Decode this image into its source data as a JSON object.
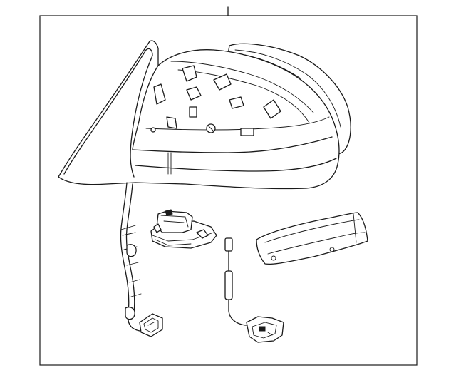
{
  "diagram": {
    "parts": [
      {
        "name": "outside-mirror-assembly"
      },
      {
        "name": "mirror-cover"
      },
      {
        "name": "wiring-harness"
      },
      {
        "name": "mirror-motor-bracket"
      },
      {
        "name": "puddle-lamp-sensor"
      },
      {
        "name": "turn-signal-lamp"
      }
    ],
    "stroke_color": "#1a1a1a",
    "frame_color": "#1a1a1a",
    "background": "#ffffff"
  }
}
